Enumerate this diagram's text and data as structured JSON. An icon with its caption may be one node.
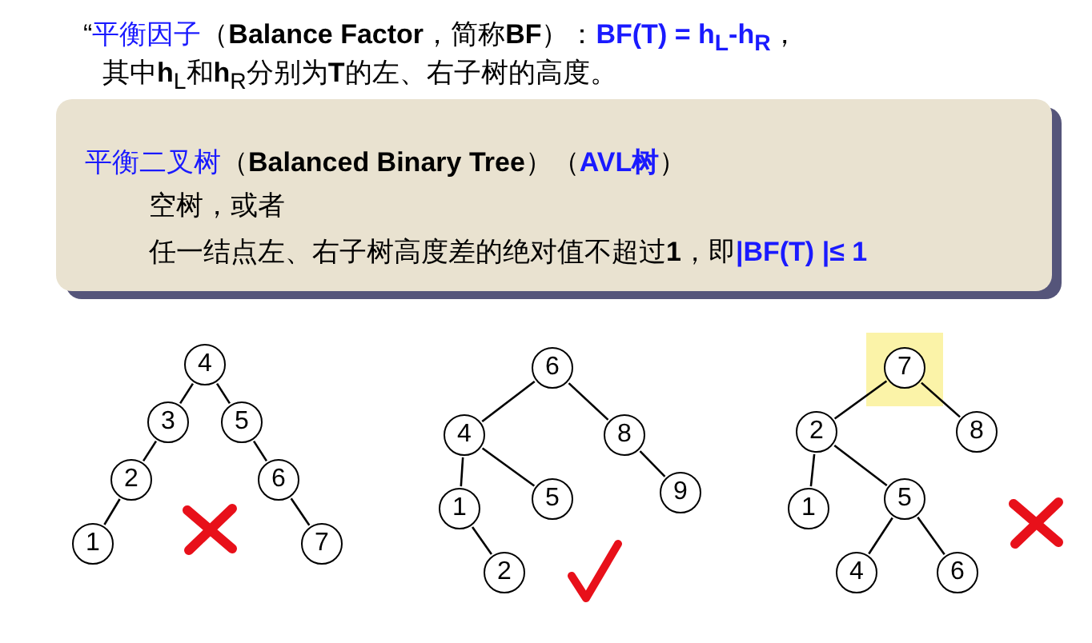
{
  "diagram": {
    "nodes": [
      {
        "text": [
          "平衡二叉树",
          "（**Balanced Binary Tree**）（",
          "**AVL树**",
          "）",
          "空树，或者",
          "任一结点左、右子树高度差的绝对值不超过**1**，即",
          "|BF(T) |≤ 1"
        ]
      },
      {
        "text": [
          "4"
        ]
      },
      {
        "text": [
          "3"
        ]
      },
      {
        "text": [
          "5"
        ]
      },
      {
        "text": [
          "2"
        ]
      },
      {
        "text": [
          "6"
        ]
      },
      {
        "text": [
          "1"
        ]
      },
      {
        "text": [
          "7"
        ]
      },
      {
        "text": [
          "6"
        ]
      },
      {
        "text": [
          "4"
        ]
      },
      {
        "text": [
          "8"
        ]
      },
      {
        "text": [
          "1"
        ]
      },
      {
        "text": [
          "5"
        ]
      },
      {
        "text": [
          "9"
        ]
      },
      {
        "text": [
          "2"
        ]
      },
      {
        "text": [
          "7"
        ]
      },
      {
        "text": [
          "2"
        ]
      },
      {
        "text": [
          "8"
        ]
      },
      {
        "text": [
          "1"
        ]
      },
      {
        "text": [
          "5"
        ]
      },
      {
        "text": [
          "4"
        ]
      },
      {
        "text": [
          "6"
        ]
      }
    ],
    "edges": [
      {
        "from": 1,
        "to": 2,
        "arrow": "none"
      },
      {
        "from": 1,
        "to": 3,
        "arrow": "none"
      },
      {
        "from": 2,
        "to": 4,
        "arrow": "none"
      },
      {
        "from": 3,
        "to": 5,
        "arrow": "none"
      },
      {
        "from": 4,
        "to": 6,
        "arrow": "none"
      },
      {
        "from": 5,
        "to": 7,
        "arrow": "none"
      },
      {
        "from": 8,
        "to": 9,
        "arrow": "none"
      },
      {
        "from": 8,
        "to": 10,
        "arrow": "none"
      },
      {
        "from": 9,
        "to": 11,
        "arrow": "none"
      },
      {
        "from": 9,
        "to": 12,
        "arrow": "none"
      },
      {
        "from": 10,
        "to": 13,
        "arrow": "none"
      },
      {
        "from": 11,
        "to": 14,
        "arrow": "none"
      },
      {
        "from": 15,
        "to": 16,
        "arrow": "none"
      },
      {
        "from": 15,
        "to": 17,
        "arrow": "none"
      },
      {
        "from": 16,
        "to": 18,
        "arrow": "none"
      },
      {
        "from": 16,
        "to": 19,
        "arrow": "none"
      },
      {
        "from": 19,
        "to": 20,
        "arrow": "none"
      },
      {
        "from": 19,
        "to": 21,
        "arrow": "none"
      }
    ],
    "labels": [
      "“",
      "平衡因子",
      "（**Balance Factor**，简称**BF**）：",
      "BF(T) = h$_{L}$-h$_{R}$",
      "，",
      "其中**h**$_{L}$和**h**$_{R}$分别为**T**的左、右子树的高度。"
    ]
  }
}
